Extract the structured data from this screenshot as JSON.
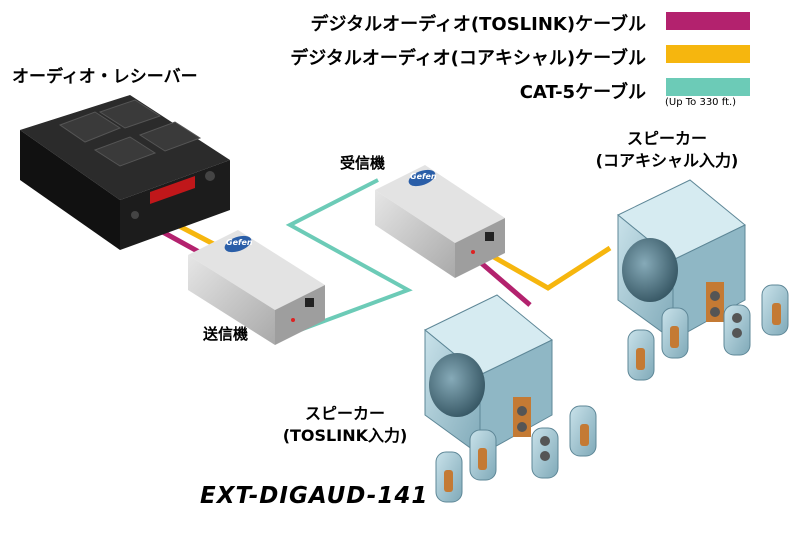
{
  "legend": {
    "items": [
      {
        "label": "デジタルオーディオ(TOSLINK)ケーブル",
        "color": "#b3226e"
      },
      {
        "label": "デジタルオーディオ(コアキシャル)ケーブル",
        "color": "#f6b60e"
      },
      {
        "label": "CAT-5ケーブル",
        "color": "#6ccbb7"
      }
    ],
    "note": "(Up To 330 ft.)"
  },
  "labels": {
    "receiver": "オーディオ・レシーバー",
    "sender": "送信機",
    "receiver_unit": "受信機",
    "speaker_toslink_line1": "スピーカー",
    "speaker_toslink_line2": "(TOSLINK入力)",
    "speaker_coax_line1": "スピーカー",
    "speaker_coax_line2": "(コアキシャル入力)",
    "model": "EXT-DIGAUD-141"
  },
  "device_logo": "Gefen",
  "colors": {
    "toslink": "#b3226e",
    "coax": "#f6b60e",
    "cat5": "#6ccbb7",
    "speaker_body": "#a8ccd8",
    "unit_body": "#c8c8c8"
  }
}
